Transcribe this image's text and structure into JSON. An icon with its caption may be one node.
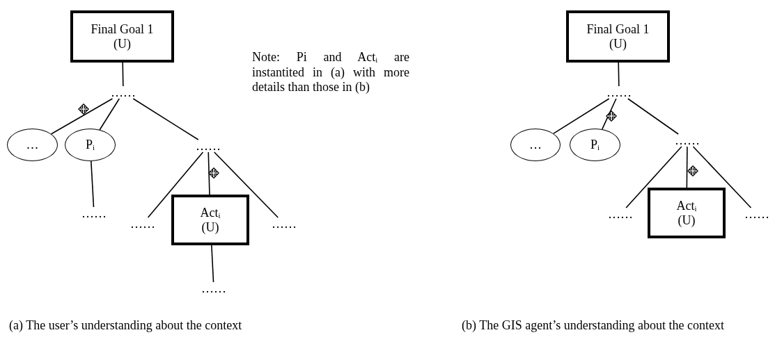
{
  "diagram": {
    "nodes": [
      {
        "text": [
          "Final Goal 1",
          "(U)"
        ]
      },
      {
        "text": [
          "……"
        ]
      },
      {
        "text": [
          "…"
        ]
      },
      {
        "text": [
          "P$_{i}$"
        ]
      },
      {
        "text": [
          "……"
        ]
      },
      {
        "text": [
          "……"
        ]
      },
      {
        "text": [
          "……"
        ]
      },
      {
        "text": [
          "Act$_{i}$",
          "(U)"
        ]
      },
      {
        "text": [
          "……"
        ]
      },
      {
        "text": [
          "……"
        ]
      },
      {
        "text": [
          "Final Goal 1",
          "(U)"
        ]
      },
      {
        "text": [
          "……"
        ]
      },
      {
        "text": [
          "…"
        ]
      },
      {
        "text": [
          "P$_{i}$"
        ]
      },
      {
        "text": [
          "……"
        ]
      },
      {
        "text": [
          "……"
        ]
      },
      {
        "text": [
          "Act$_{i}$",
          "(U)"
        ]
      },
      {
        "text": [
          "……"
        ]
      }
    ],
    "edges": [
      {
        "from": 0,
        "to": 1,
        "arrow": "none"
      },
      {
        "from": 1,
        "to": 2,
        "arrow": "none"
      },
      {
        "from": 1,
        "to": 3,
        "arrow": "none"
      },
      {
        "from": 1,
        "to": 4,
        "arrow": "none"
      },
      {
        "from": 3,
        "to": 5,
        "arrow": "none"
      },
      {
        "from": 4,
        "to": 6,
        "arrow": "none"
      },
      {
        "from": 4,
        "to": 7,
        "arrow": "none"
      },
      {
        "from": 4,
        "to": 8,
        "arrow": "none"
      },
      {
        "from": 7,
        "to": 9,
        "arrow": "none"
      },
      {
        "from": 10,
        "to": 11,
        "arrow": "none"
      },
      {
        "from": 11,
        "to": 12,
        "arrow": "none"
      },
      {
        "from": 11,
        "to": 13,
        "arrow": "none"
      },
      {
        "from": 11,
        "to": 14,
        "arrow": "none"
      },
      {
        "from": 14,
        "to": 15,
        "arrow": "none"
      },
      {
        "from": 14,
        "to": 16,
        "arrow": "none"
      },
      {
        "from": 14,
        "to": 17,
        "arrow": "none"
      }
    ],
    "labels": [
      "Note: Pi and Act$_{i}$ are instantited in (a) with more details than those in (b)",
      "(a) The user’s understanding about the context",
      "(b) The GIS agent’s understanding about the context"
    ]
  }
}
